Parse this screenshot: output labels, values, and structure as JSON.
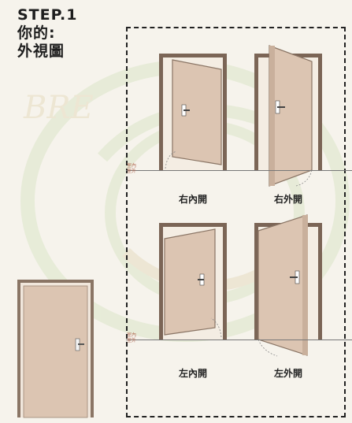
{
  "step": {
    "line1": "STEP.1",
    "line2": "你的:",
    "line3": "外視圖"
  },
  "doors": [
    {
      "label": "右內開"
    },
    {
      "label": "右外開"
    },
    {
      "label": "左內開"
    },
    {
      "label": "左外開"
    }
  ],
  "floor_tags": {
    "indoor": "室內",
    "outdoor": "室外"
  },
  "watermark_text": "BRE",
  "colors": {
    "background": "#f6f3ec",
    "door_panel": "#dcc5b2",
    "frame": "#7b6556",
    "watermark": "#d9e3c6"
  }
}
